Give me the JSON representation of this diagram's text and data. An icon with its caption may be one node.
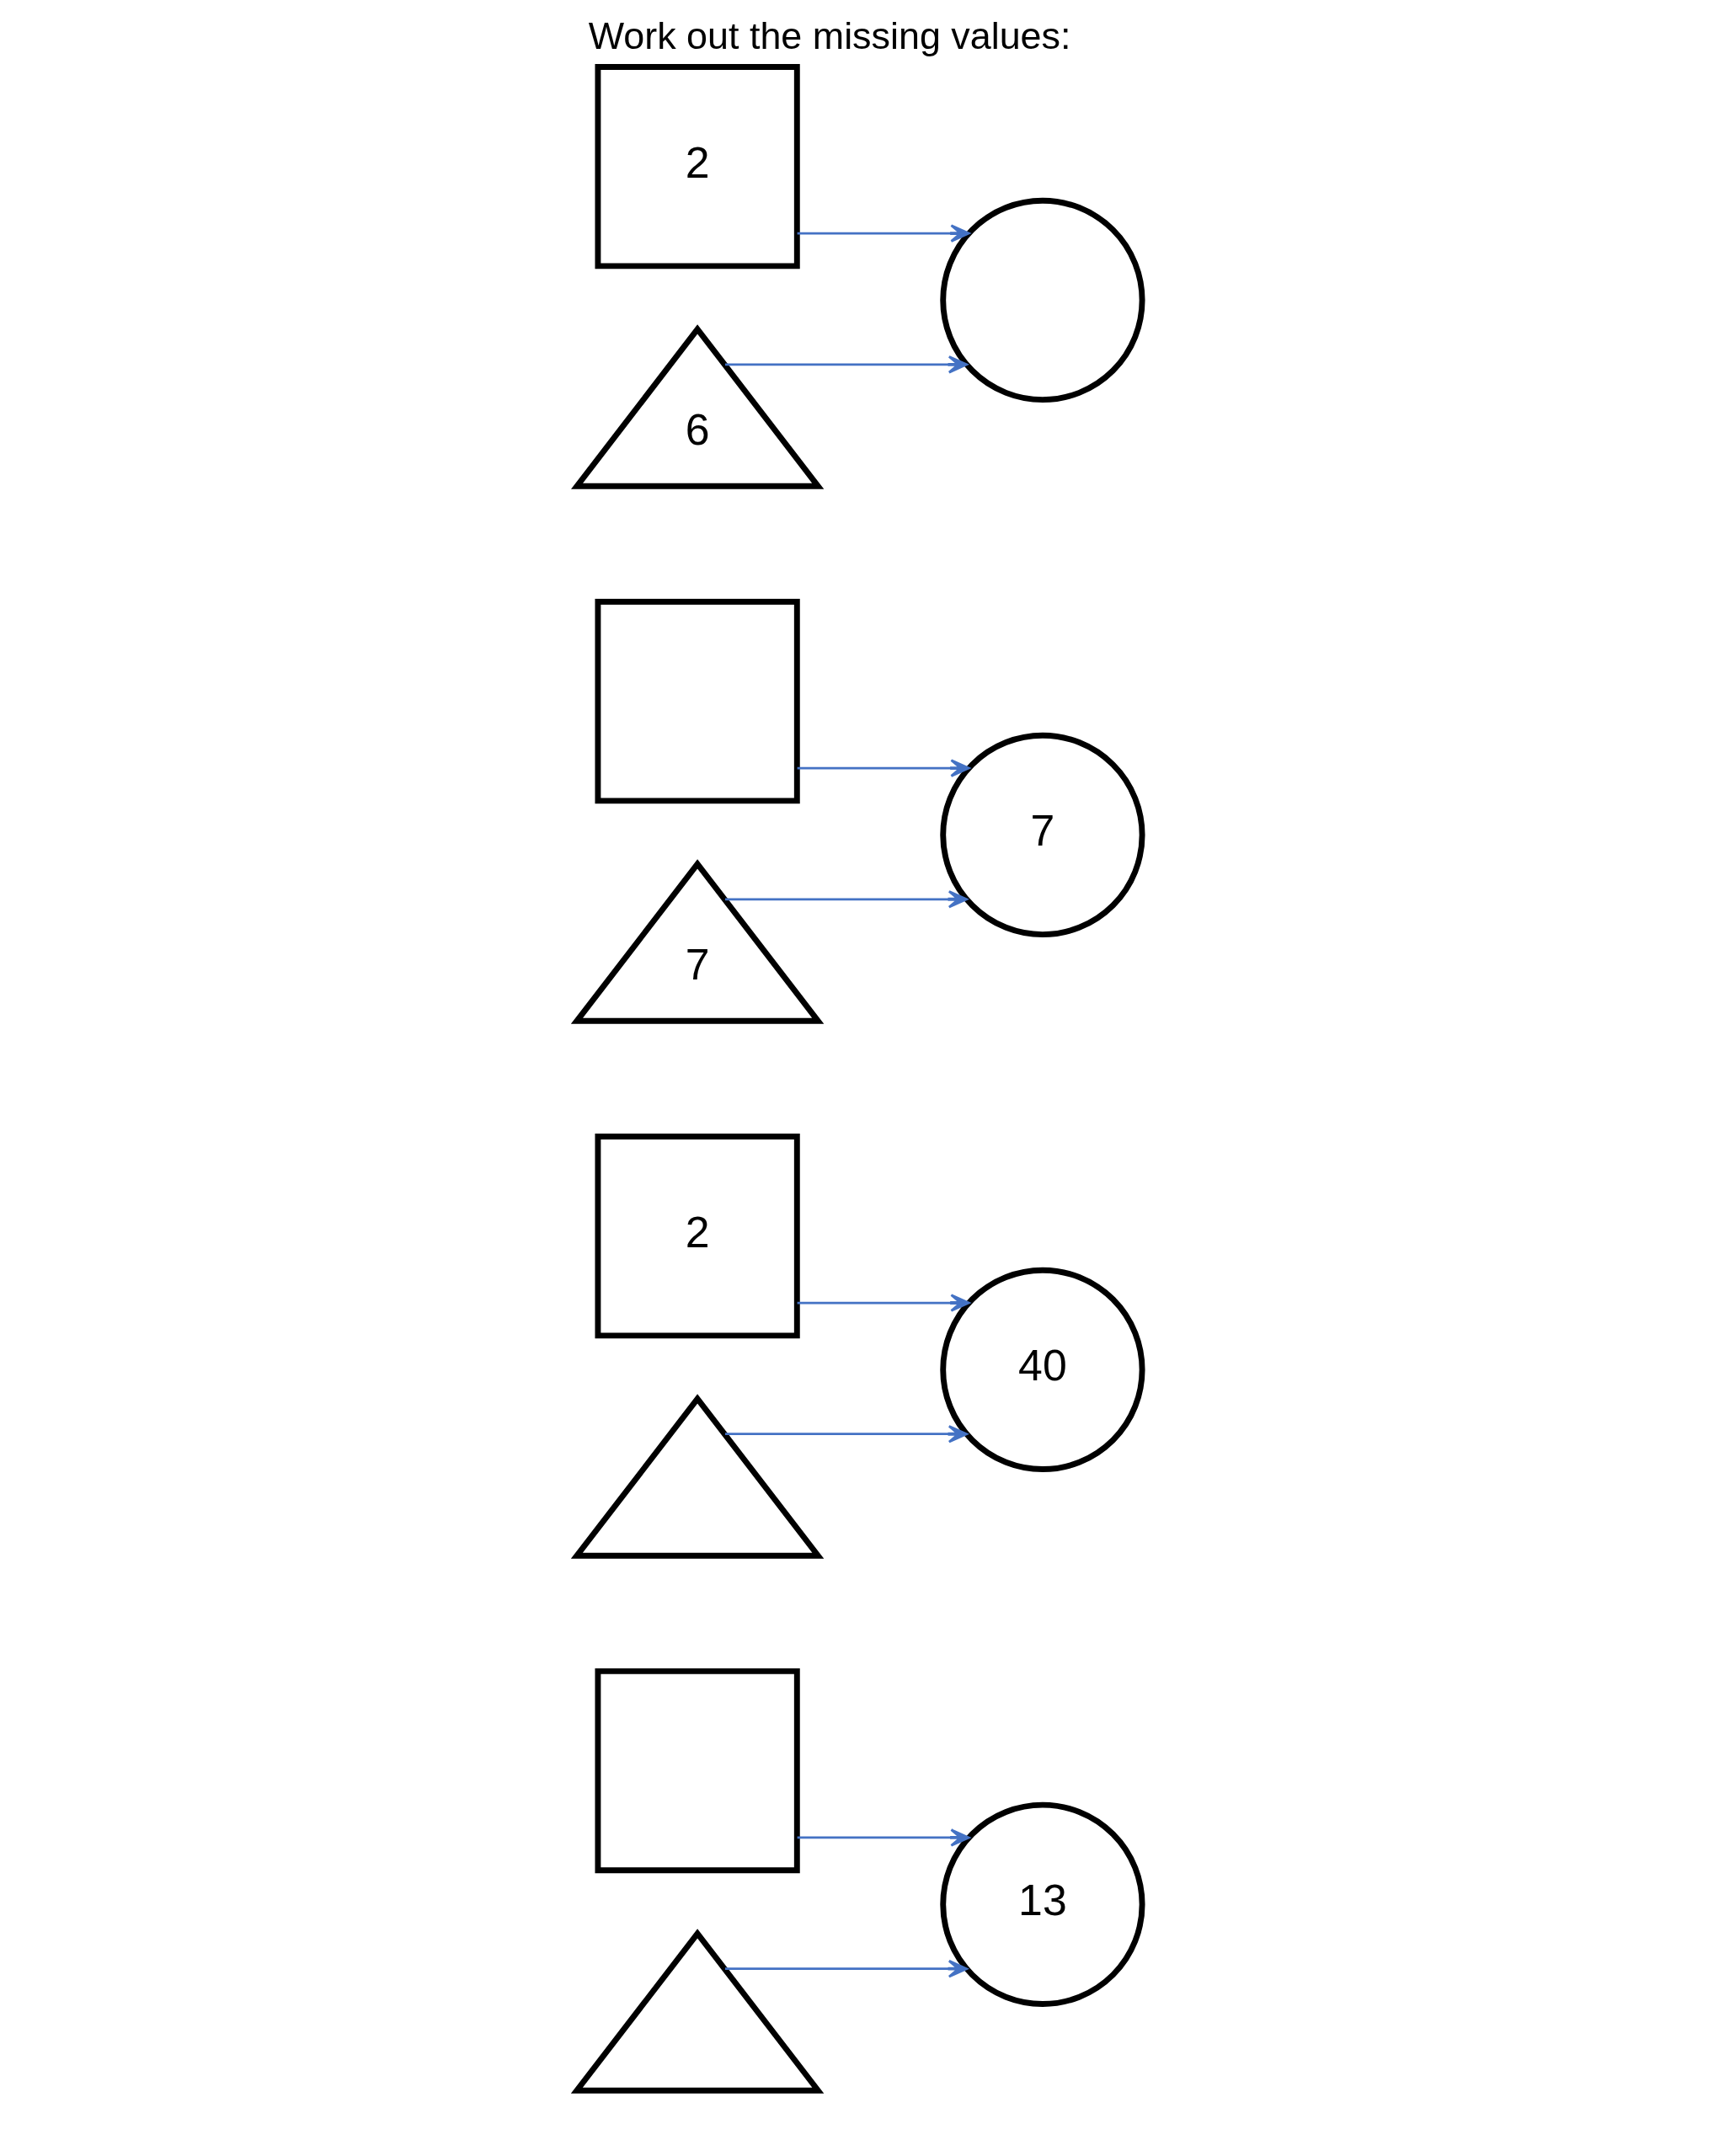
{
  "diagram": {
    "title": "Work out the missing values:",
    "nodes": [
      {
        "text": [
          "2"
        ]
      },
      {
        "text": [
          "6"
        ]
      },
      {
        "text": [],
        "shape": "circle"
      },
      {
        "text": [],
        "shape": "box"
      },
      {
        "text": [
          "7"
        ]
      },
      {
        "text": [
          "7"
        ]
      },
      {
        "text": [
          "2"
        ]
      },
      {
        "text": [],
        "shape": "triangle"
      },
      {
        "text": [
          "40"
        ]
      },
      {
        "text": [],
        "shape": "box"
      },
      {
        "text": [],
        "shape": "triangle"
      },
      {
        "text": [
          "13"
        ]
      }
    ],
    "edges": [
      {
        "from": 0,
        "to": 2,
        "arrow": "to"
      },
      {
        "from": 1,
        "to": 2,
        "arrow": "to"
      },
      {
        "from": 3,
        "to": 5,
        "arrow": "to"
      },
      {
        "from": 4,
        "to": 5,
        "arrow": "to"
      },
      {
        "from": 6,
        "to": 8,
        "arrow": "to"
      },
      {
        "from": 7,
        "to": 8,
        "arrow": "to"
      },
      {
        "from": 9,
        "to": 11,
        "arrow": "to"
      },
      {
        "from": 10,
        "to": 11,
        "arrow": "to"
      }
    ]
  }
}
